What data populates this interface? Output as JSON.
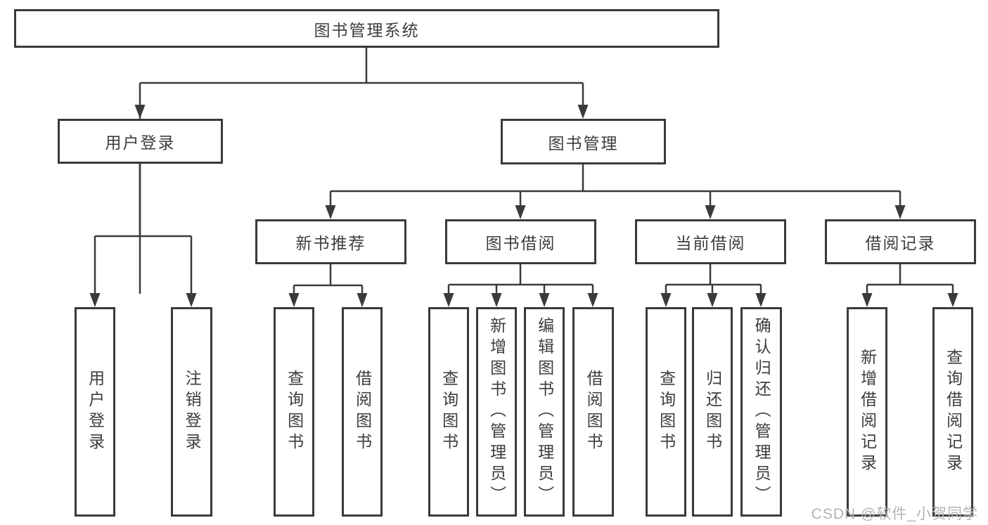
{
  "diagram": {
    "root": "图书管理系统",
    "level1": [
      "用户登录",
      "图书管理"
    ],
    "level2": [
      "新书推荐",
      "图书借阅",
      "当前借阅",
      "借阅记录"
    ],
    "leaves": {
      "user": [
        "用户登录",
        "注销登录"
      ],
      "recommend": [
        "查询图书",
        "借阅图书"
      ],
      "borrow": [
        "查询图书",
        "新增图书（管理员）",
        "编辑图书（管理员）",
        "借阅图书"
      ],
      "current": [
        "查询图书",
        "归还图书",
        "确认归还（管理员）"
      ],
      "records": [
        "新增借阅记录",
        "查询借阅记录"
      ]
    }
  },
  "watermark": "CSDN @软件_小贺同学",
  "colors": {
    "line": "#3a3a3a",
    "box_border": "#3a3a3a",
    "text": "#3d3d3d",
    "watermark": "#b3b3b3",
    "background": "#ffffff"
  }
}
